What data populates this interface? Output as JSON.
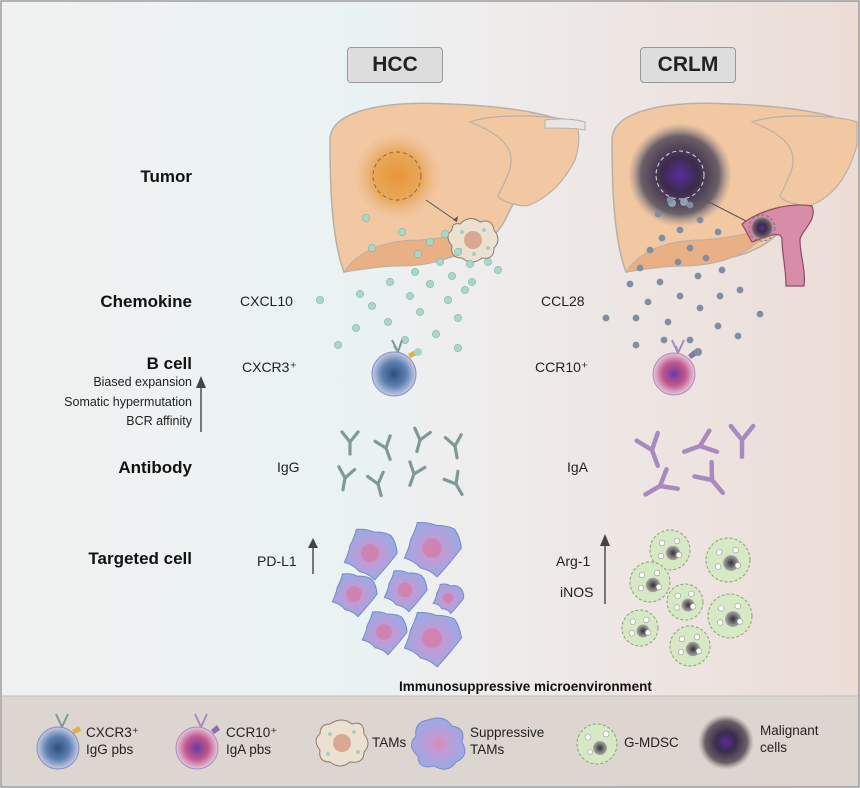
{
  "headers": {
    "left": "HCC",
    "right": "CRLM"
  },
  "rows": {
    "tumor": "Tumor",
    "chemokine": "Chemokine",
    "bcell": "B cell",
    "antibody": "Antibody",
    "targeted": "Targeted cell"
  },
  "bcell_features": [
    "Biased expansion",
    "Somatic hypermutation",
    "BCR affinity"
  ],
  "hcc": {
    "chemokine": "CXCL10",
    "bcell": "CXCR3⁺",
    "antibody": "IgG",
    "target_marker": "PD-L1"
  },
  "crlm": {
    "chemokine": "CCL28",
    "bcell": "CCR10⁺",
    "antibody": "IgA",
    "target_marker_1": "Arg-1",
    "target_marker_2": "iNOS"
  },
  "caption": "Immunosuppressive microenvironment",
  "legend": [
    {
      "line1": "CXCR3⁺",
      "line2": "IgG pbs"
    },
    {
      "line1": "CCR10⁺",
      "line2": "IgA pbs"
    },
    {
      "line1": "TAMs",
      "line2": ""
    },
    {
      "line1": "Suppressive",
      "line2": "TAMs"
    },
    {
      "line1": "G-MDSC",
      "line2": ""
    },
    {
      "line1": "Malignant",
      "line2": "cells"
    }
  ],
  "colors": {
    "liver": "#f2c8a2",
    "liver_dark": "#e8b084",
    "cxcl10_dot": "#a8d8cc",
    "ccl28_dot": "#7f8ea4",
    "igg": "#7f9a96",
    "iga": "#a88ac0",
    "macrophage": "#9aa8e0",
    "gmdsc": "#d6e8c4",
    "legend_bg": "#ddd6d0"
  }
}
